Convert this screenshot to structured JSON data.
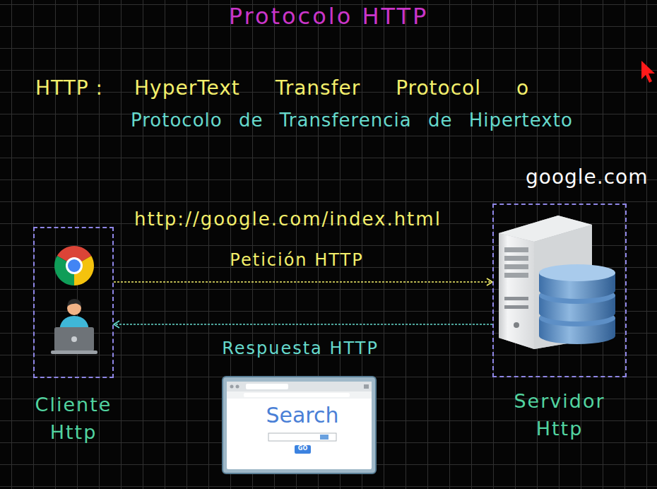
{
  "diagram": {
    "title": "Protocolo HTTP",
    "nodes": [
      {
        "text": [
          "Cliente Http"
        ]
      },
      {
        "text": [
          "google.com",
          "Servidor Http"
        ]
      }
    ],
    "edges": [
      {
        "from": 0,
        "to": 1,
        "arrow": "to",
        "label": "Petición HTTP"
      },
      {
        "from": 1,
        "to": 0,
        "arrow": "to",
        "label": "Respuesta HTTP"
      }
    ],
    "labels": [
      "HTTP :",
      "HyperText Transfer Protocol o",
      "Protocolo de Transferencia de Hipertexto",
      "http://google.com/index.html",
      "Search",
      "GO"
    ]
  }
}
